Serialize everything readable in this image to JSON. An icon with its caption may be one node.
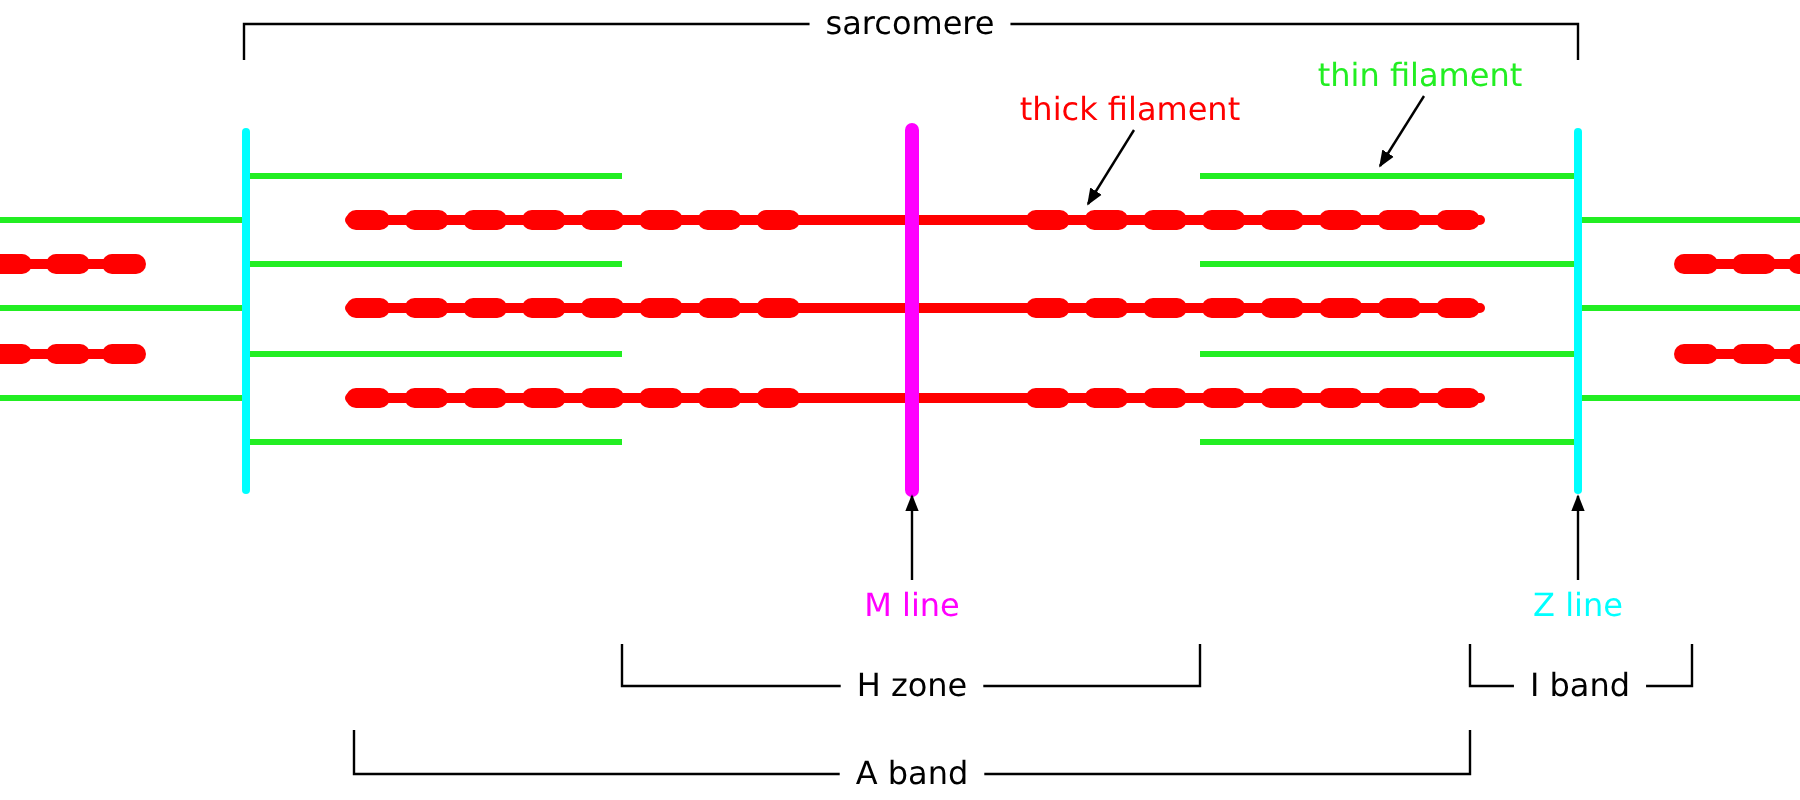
{
  "diagram": {
    "nodes": [
      {
        "text": [
          "thick filament"
        ]
      },
      {
        "text": [
          "thin filament"
        ]
      },
      {
        "text": [],
        "shape": "bar"
      },
      {
        "text": [],
        "shape": "bar"
      },
      {
        "text": [],
        "shape": "bar"
      },
      {
        "text": [],
        "shape": "bar"
      },
      {
        "text": [
          "M line"
        ]
      },
      {
        "text": [
          "Z line"
        ]
      }
    ],
    "edges": [
      {
        "from": 0,
        "to": 2,
        "arrow": "to"
      },
      {
        "from": 1,
        "to": 3,
        "arrow": "to"
      },
      {
        "from": 6,
        "to": 4,
        "arrow": "to"
      },
      {
        "from": 7,
        "to": 5,
        "arrow": "to"
      }
    ],
    "labels": [
      "sarcomere",
      "H zone",
      "I band",
      "A band"
    ]
  }
}
